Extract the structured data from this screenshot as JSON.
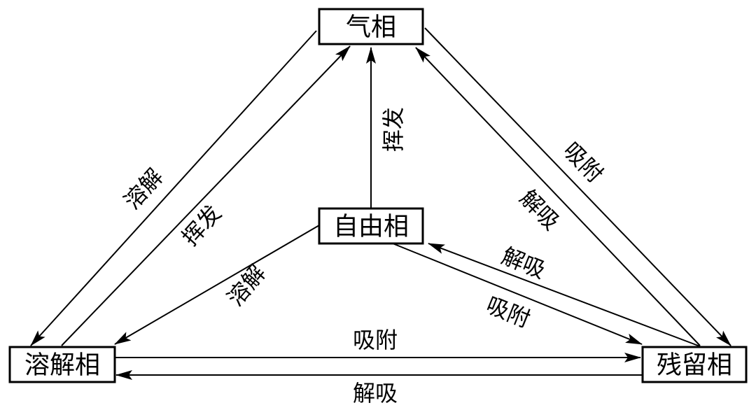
{
  "nodes": {
    "gas": "气相",
    "free": "自由相",
    "dissolved": "溶解相",
    "residual": "残留相"
  },
  "edges": {
    "gas_to_dissolved": "溶解",
    "dissolved_to_gas": "挥发",
    "free_to_gas": "挥发",
    "gas_to_residual": "吸附",
    "residual_to_gas": "解吸",
    "free_to_dissolved": "溶解",
    "residual_to_free": "解吸",
    "free_to_residual": "吸附",
    "dissolved_to_residual": "吸附",
    "residual_to_dissolved": "解吸"
  }
}
